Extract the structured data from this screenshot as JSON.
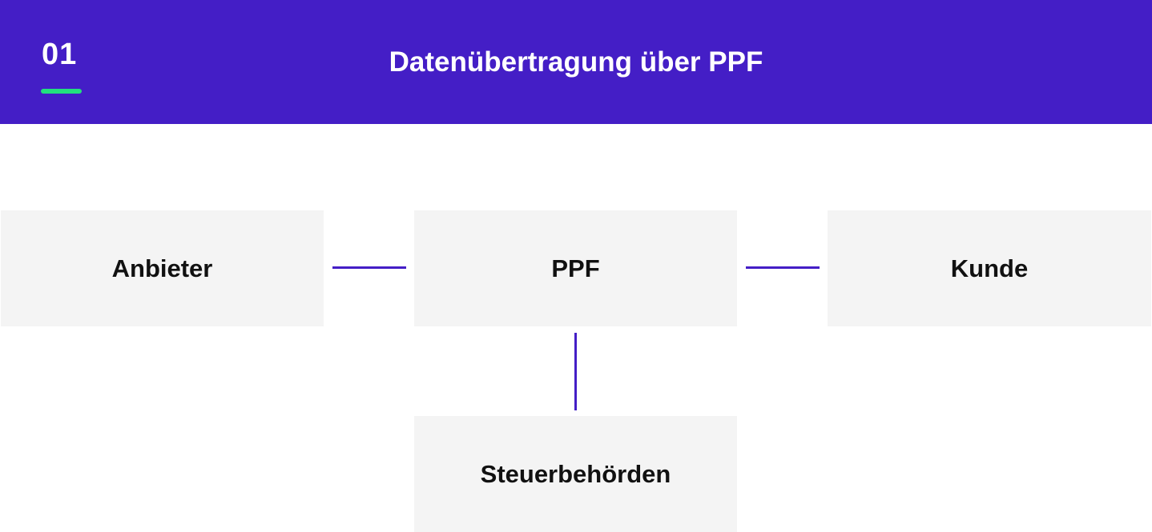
{
  "header": {
    "step_number": "01",
    "title": "Datenübertragung über PPF"
  },
  "diagram": {
    "nodes": {
      "anbieter": "Anbieter",
      "ppf": "PPF",
      "kunde": "Kunde",
      "steuerbehoerden": "Steuerbehörden"
    },
    "edges": [
      {
        "from": "Anbieter",
        "to": "PPF"
      },
      {
        "from": "PPF",
        "to": "Kunde"
      },
      {
        "from": "PPF",
        "to": "Steuerbehörden"
      }
    ]
  },
  "colors": {
    "header_background": "#441ec6",
    "accent_underline": "#22e07e",
    "connector": "#441ec6",
    "node_background": "#f4f4f4"
  }
}
